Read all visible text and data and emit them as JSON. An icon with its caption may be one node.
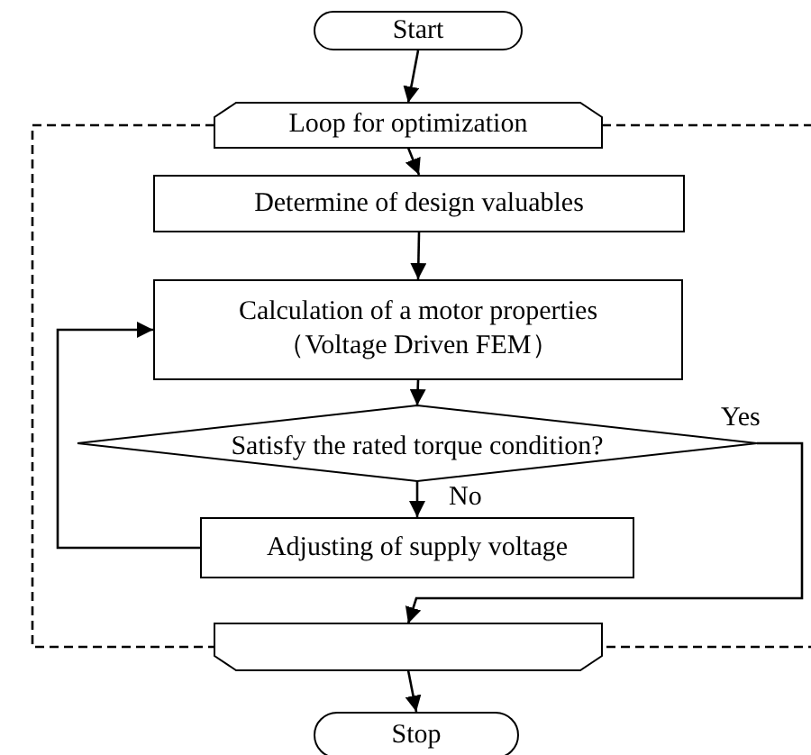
{
  "diagram": {
    "nodes": [
      {
        "text": [
          "Start"
        ]
      },
      {
        "text": [
          "Loop for optimization"
        ]
      },
      {
        "text": [
          "Determine of design valuables"
        ]
      },
      {
        "text": [
          "Calculation of a motor properties",
          "（Voltage Driven FEM）"
        ]
      },
      {
        "text": [
          "Satisfy the rated torque condition?"
        ]
      },
      {
        "text": [
          "Adjusting of supply voltage"
        ]
      },
      {
        "text": [],
        "shape": "hexagon"
      },
      {
        "text": [
          "Stop"
        ]
      }
    ],
    "edges": [
      {
        "from": 0,
        "to": 1,
        "arrow": "to"
      },
      {
        "from": 1,
        "to": 2,
        "arrow": "to"
      },
      {
        "from": 2,
        "to": 3,
        "arrow": "to"
      },
      {
        "from": 3,
        "to": 4,
        "arrow": "to"
      },
      {
        "from": 4,
        "to": 5,
        "arrow": "to",
        "label": "No"
      },
      {
        "from": 5,
        "to": 3,
        "arrow": "to"
      },
      {
        "from": 4,
        "to": 6,
        "arrow": "to",
        "label": "Yes"
      },
      {
        "from": 6,
        "to": 7,
        "arrow": "to"
      },
      {
        "from": 1,
        "to": 6,
        "arrow": "none",
        "style": "dashed"
      },
      {
        "from": 1,
        "to": 6,
        "arrow": "none",
        "style": "dashed"
      }
    ]
  }
}
